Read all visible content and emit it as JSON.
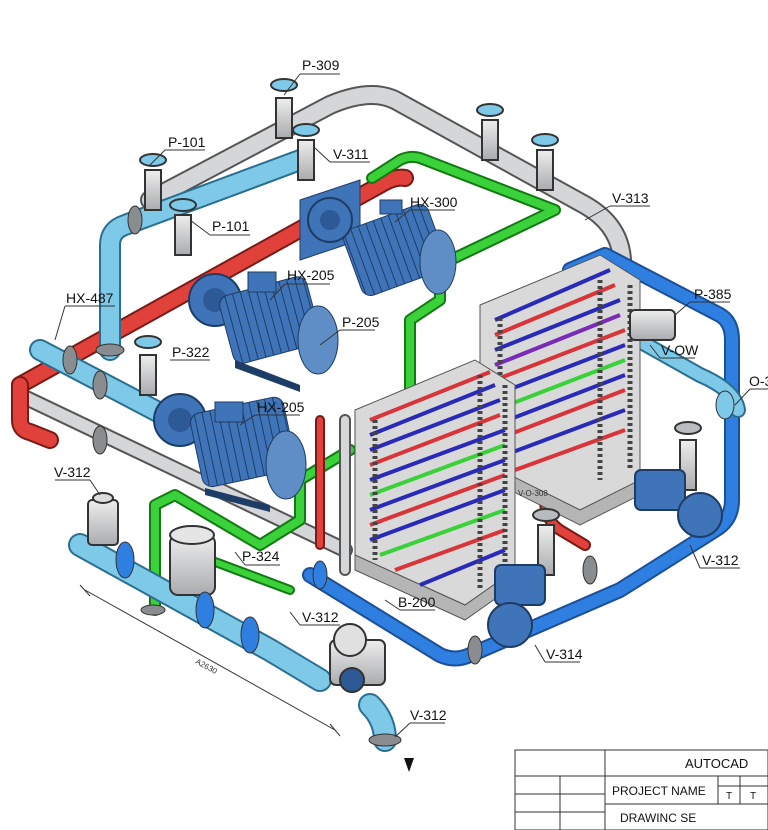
{
  "colors": {
    "hot_line": "#e0413a",
    "cold_line": "#2f7fe0",
    "green_line": "#3ad13a",
    "grey_line": "#c7c9cc",
    "cyan_pipe": "#7ec8e8",
    "pump_blue": "#3f74b8",
    "plate_grey": "#d9d9d9"
  },
  "labels": {
    "p309": "P-309",
    "p101a": "P-101",
    "p101b": "P-101",
    "v311": "V-311",
    "hx300": "HX-300",
    "v313": "V-313",
    "hx487": "HX-487",
    "hx205a": "HX-205",
    "p205": "P-205",
    "p322": "P-322",
    "hx205b": "HX-205",
    "p385": "P-385",
    "vow": "V-OW",
    "o3": "O-3",
    "v312a": "V-312",
    "v312b": "V-312",
    "v312c": "V-312",
    "v312d": "V-312",
    "p324": "P-324",
    "b200": "B-200",
    "v314": "V-314",
    "hx_small": "V-O-308",
    "dim_text": "A2630"
  },
  "title_block": {
    "header": "AUTOCAD",
    "project_name": "PROJECT NAME",
    "drawing": "DRAWINC SE",
    "mark_1": "T",
    "mark_2": "T"
  }
}
